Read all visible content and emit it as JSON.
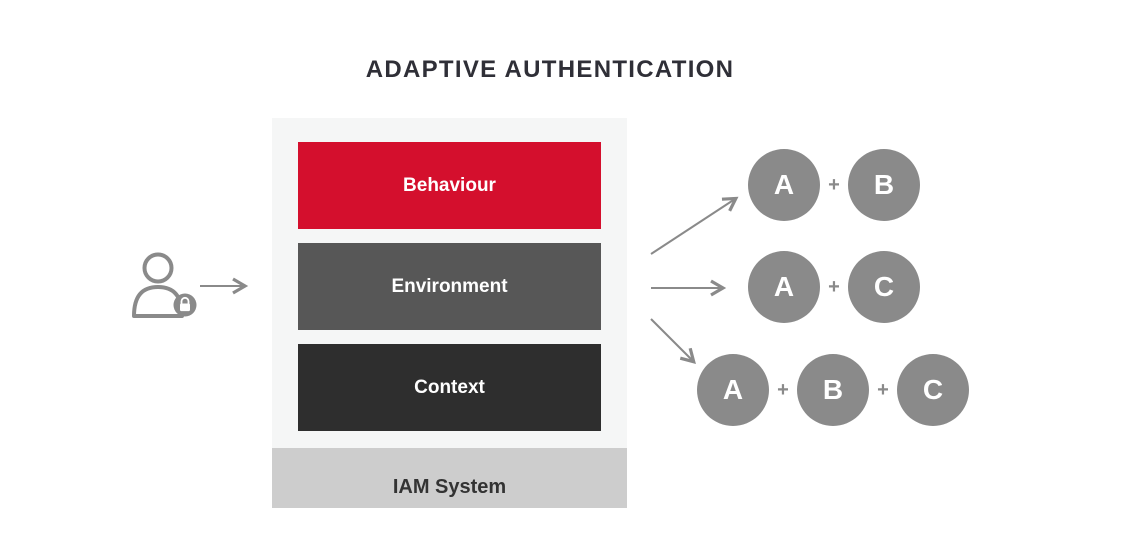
{
  "title": "ADAPTIVE AUTHENTICATION",
  "colors": {
    "behaviour_red": "#d40f2d",
    "environment_gray": "#575757",
    "context_dark": "#2e2e2e",
    "iam_band_gray": "#cdcdcd",
    "panel_bg": "#f5f6f6",
    "figure_gray": "#8a8a8a",
    "title_text": "#2f2f37"
  },
  "actor": {
    "icon": "user-lock-icon"
  },
  "stack": {
    "layers": [
      {
        "label": "Behaviour",
        "color": "#d40f2d"
      },
      {
        "label": "Environment",
        "color": "#575757"
      },
      {
        "label": "Context",
        "color": "#2e2e2e"
      }
    ],
    "base_label": "IAM System"
  },
  "plus_sign": "+",
  "combinations": [
    {
      "factors": [
        "A",
        "B"
      ]
    },
    {
      "factors": [
        "A",
        "C"
      ]
    },
    {
      "factors": [
        "A",
        "B",
        "C"
      ]
    }
  ]
}
